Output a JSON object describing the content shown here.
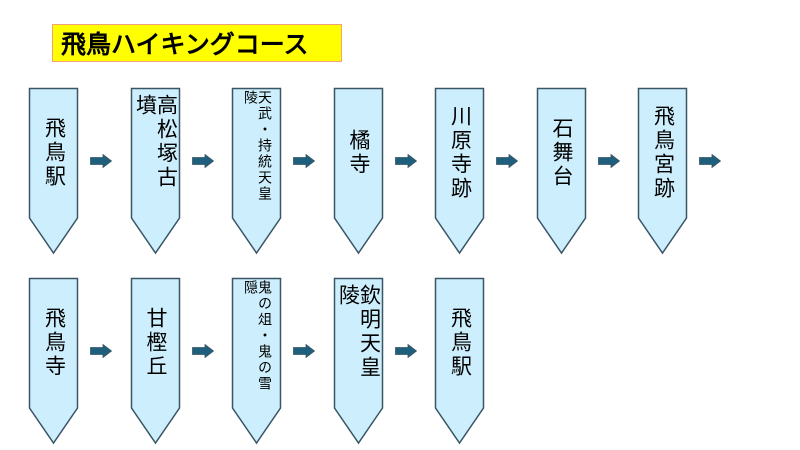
{
  "title": "飛鳥ハイキングコース",
  "colors": {
    "title_background": "#ffff00",
    "title_border": "#f4a07a",
    "marker_fill": "#cdeefc",
    "marker_stroke": "#3a5566",
    "arrow_fill": "#1f5f7e"
  },
  "rows": [
    {
      "stops": [
        {
          "label": "飛鳥駅",
          "size": "big"
        },
        {
          "label": "高松塚古墳",
          "size": "big"
        },
        {
          "label": "天武・持統天皇陵",
          "size": "small"
        },
        {
          "label": "橘寺",
          "size": "big"
        },
        {
          "label": "川原寺跡",
          "size": "big"
        },
        {
          "label": "石舞台",
          "size": "big"
        },
        {
          "label": "飛鳥宮跡",
          "size": "big"
        }
      ],
      "trailing_arrow": true
    },
    {
      "stops": [
        {
          "label": "飛鳥寺",
          "size": "big"
        },
        {
          "label": "甘樫丘",
          "size": "big"
        },
        {
          "label": "鬼の俎・鬼の雪隠",
          "size": "small"
        },
        {
          "label": "欽明天皇陵",
          "size": "big"
        },
        {
          "label": "飛鳥駅",
          "size": "big"
        }
      ],
      "trailing_arrow": false
    }
  ]
}
